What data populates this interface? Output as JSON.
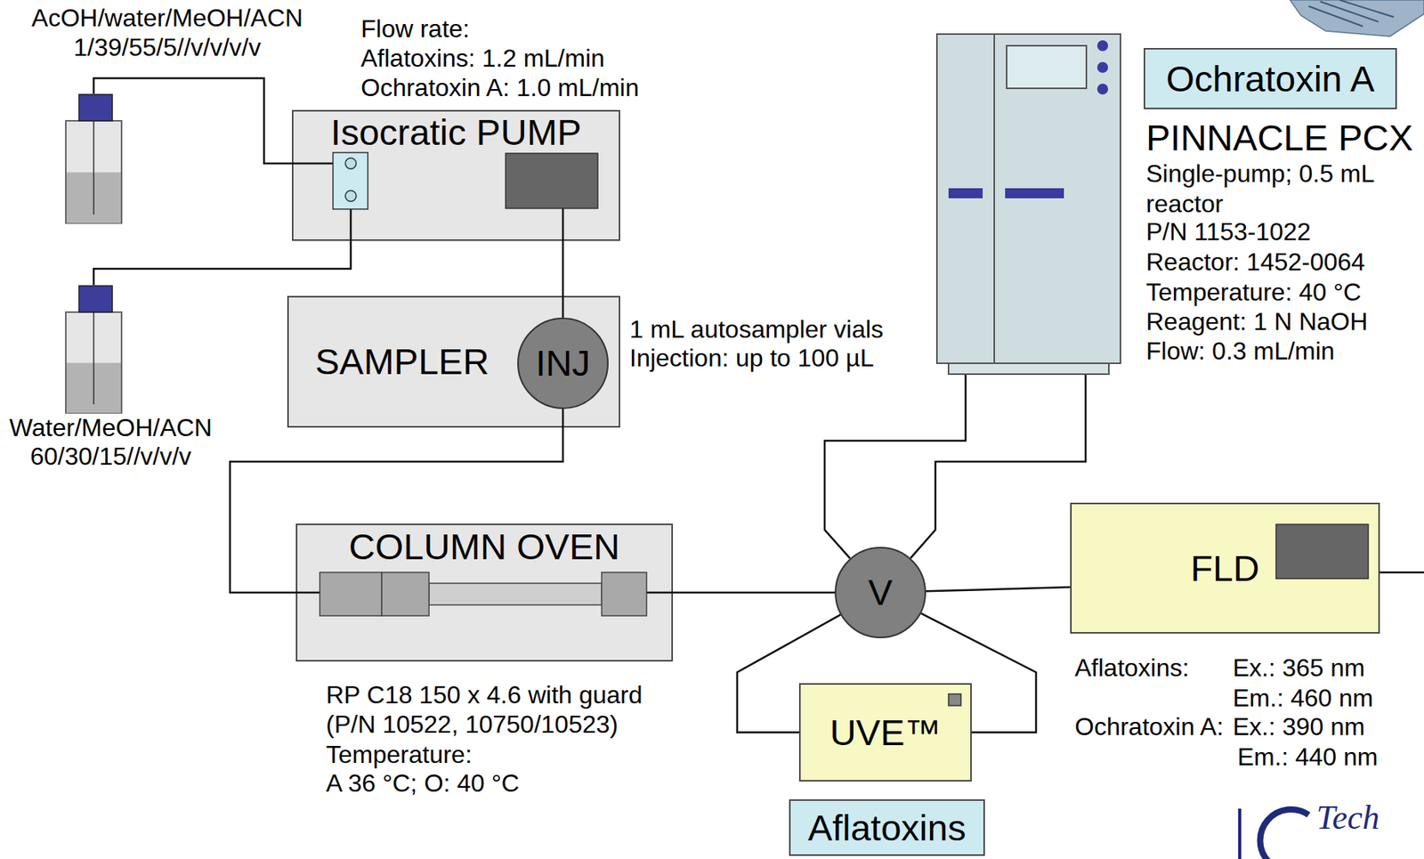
{
  "diagram": {
    "nodes": [
      {
        "text": [
          "AcOH/water/MeOH/ACN 1/39/55/5//v/v/v/v"
        ]
      },
      {
        "text": [
          "Isocratic PUMP"
        ]
      },
      {
        "text": [
          "PINNACLE PCX"
        ]
      },
      {
        "text": [
          "Ochratoxin A"
        ]
      },
      {
        "text": [
          "Water/MeOH/ACN 60/30/15//v/v/v"
        ]
      },
      {
        "text": [
          "SAMPLER"
        ]
      },
      {
        "text": [
          "INJ"
        ],
        "in": 5
      },
      {
        "text": [
          "COLUMN OVEN"
        ]
      },
      {
        "text": [
          "V"
        ]
      },
      {
        "text": [
          "FLD"
        ]
      },
      {
        "text": [
          "UVE™"
        ]
      },
      {
        "text": [
          "Aflatoxins"
        ]
      }
    ],
    "edges": [
      {
        "from": 0,
        "to": 1,
        "arrow": "none"
      },
      {
        "from": 4,
        "to": 1,
        "arrow": "none"
      },
      {
        "from": 1,
        "to": 6,
        "arrow": "none"
      },
      {
        "from": 6,
        "to": 7,
        "arrow": "none"
      },
      {
        "from": 7,
        "to": 8,
        "arrow": "none"
      },
      {
        "from": 2,
        "to": 8,
        "arrow": "none"
      },
      {
        "from": 2,
        "to": 8,
        "arrow": "none"
      },
      {
        "from": 8,
        "to": 10,
        "arrow": "none"
      },
      {
        "from": 8,
        "to": 10,
        "arrow": "none"
      },
      {
        "from": 8,
        "to": 9,
        "arrow": "none"
      }
    ],
    "labels": [
      "Flow rate:",
      "Aflatoxins: 1.2 mL/min",
      "Ochratoxin A: 1.0 mL/min",
      "Single-pump; 0.5 mL reactor",
      "P/N 1153-1022",
      "Reactor: 1452-0064",
      "Temperature: 40 °C",
      "Reagent: 1 N NaOH",
      "Flow: 0.3 mL/min",
      "1 mL autosampler vials",
      "Injection: up to 100 µL",
      "RP C18 150 x 4.6 with guard",
      "(P/N 10522, 10750/10523)",
      "Temperature:",
      "A 36 °C; O: 40 °C",
      "Aflatoxins:",
      "Ex.: 365 nm",
      "Em.: 460 nm",
      "Ochratoxin A:",
      "Ex.: 390 nm",
      "Em.: 440 nm",
      "Tech"
    ]
  }
}
